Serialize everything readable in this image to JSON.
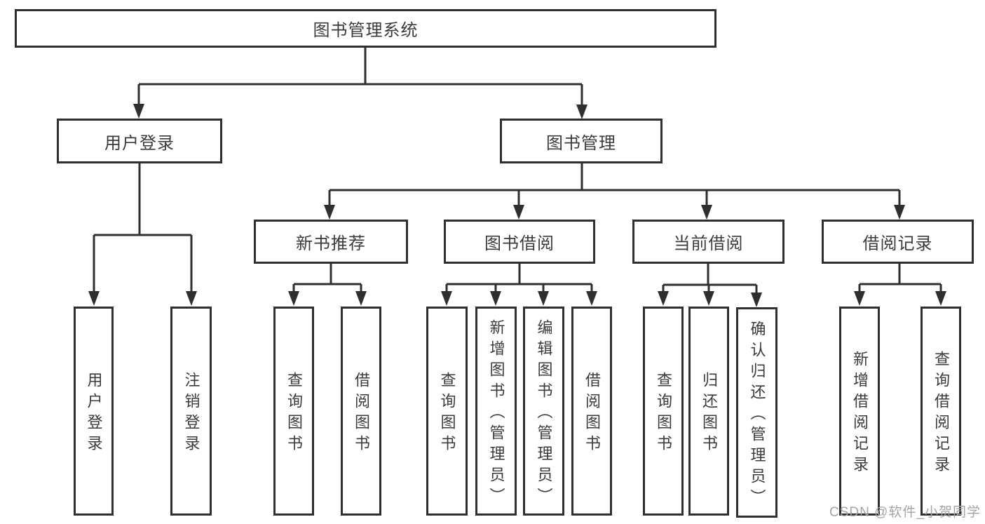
{
  "diagram_title": "图书管理系统",
  "tree": {
    "label": "图书管理系统",
    "children": [
      {
        "label": "用户登录",
        "children": [
          {
            "label": "用户登录"
          },
          {
            "label": "注销登录"
          }
        ]
      },
      {
        "label": "图书管理",
        "children": [
          {
            "label": "新书推荐",
            "children": [
              {
                "label": "查询图书"
              },
              {
                "label": "借阅图书"
              }
            ]
          },
          {
            "label": "图书借阅",
            "children": [
              {
                "label": "查询图书"
              },
              {
                "label": "新增图书（管理员）"
              },
              {
                "label": "编辑图书（管理员）"
              },
              {
                "label": "借阅图书"
              }
            ]
          },
          {
            "label": "当前借阅",
            "children": [
              {
                "label": "查询图书"
              },
              {
                "label": "归还图书"
              },
              {
                "label": "确认归还（管理员）"
              }
            ]
          },
          {
            "label": "借阅记录",
            "children": [
              {
                "label": "新增借阅记录"
              },
              {
                "label": "查询借阅记录"
              }
            ]
          }
        ]
      }
    ]
  },
  "watermark": {
    "text": "CSDN @软件_小贺同学"
  },
  "colors": {
    "line": "#2f2f2f",
    "text": "#3b3b3b",
    "box_fill": "#ffffff",
    "watermark": "#a4a4a4",
    "background": "#ffffff"
  }
}
